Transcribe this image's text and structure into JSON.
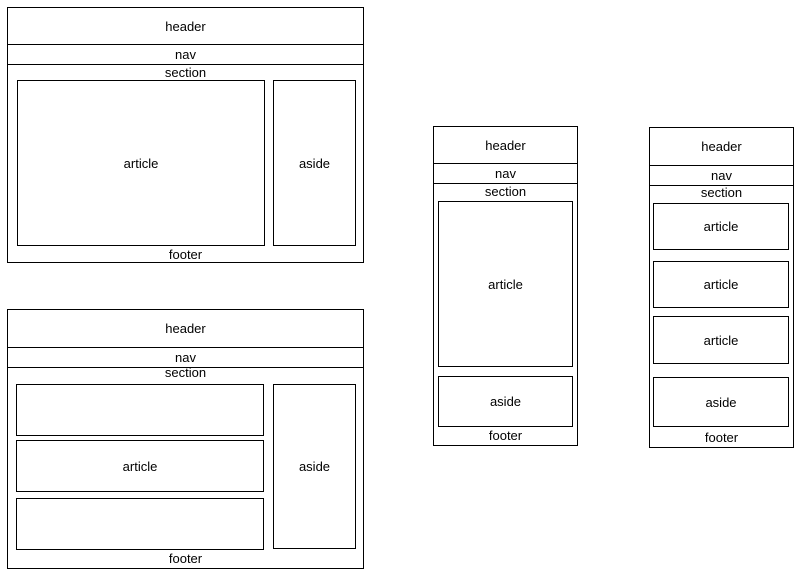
{
  "labels": {
    "header": "header",
    "nav": "nav",
    "section": "section",
    "article": "article",
    "aside": "aside",
    "footer": "footer"
  }
}
